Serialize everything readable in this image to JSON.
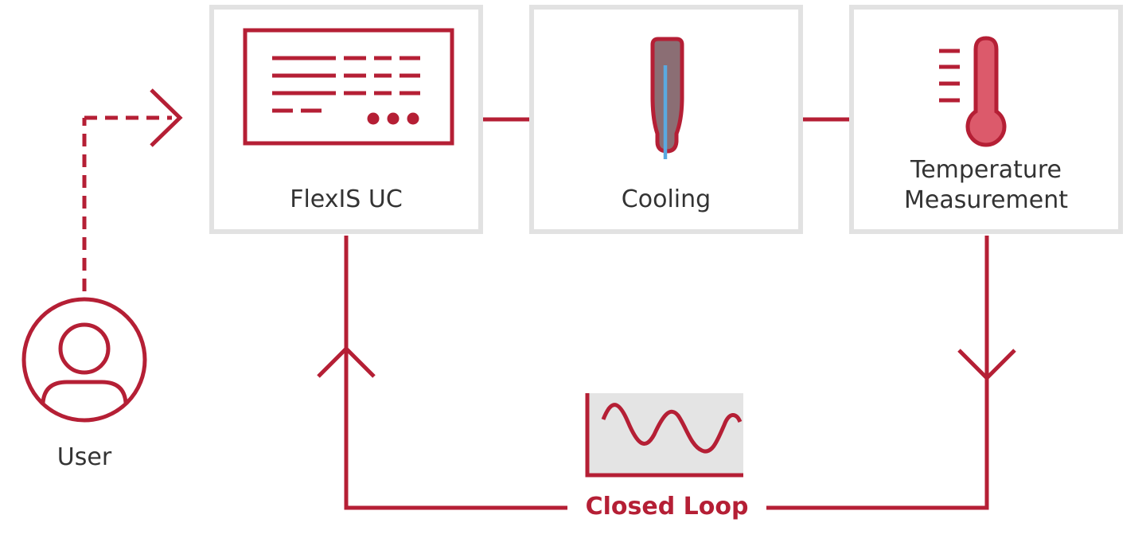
{
  "colors": {
    "primary": "#b51f35",
    "box_border": "#e2e2e2",
    "thermo_fill": "#dc5a6b",
    "tube_fill": "#8b6e74",
    "probe": "#5aa9e0",
    "graph_bg": "#e4e4e4",
    "text": "#333333"
  },
  "nodes": {
    "controller": {
      "label": "FlexIS UC",
      "icon": "controller-display-icon"
    },
    "cooling": {
      "label": "Cooling",
      "icon": "cooling-tube-icon"
    },
    "measurement": {
      "label_line1": "Temperature",
      "label_line2": "Measurement",
      "icon": "thermometer-icon"
    },
    "user": {
      "label": "User",
      "icon": "user-icon"
    }
  },
  "loop": {
    "label": "Closed Loop",
    "icon": "wave-graph-icon"
  }
}
